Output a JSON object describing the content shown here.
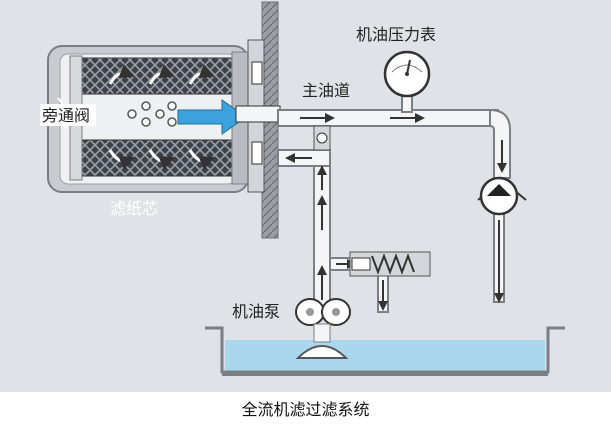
{
  "labels": {
    "pressure_gauge": "机油压力表",
    "main_oil_gallery": "主油道",
    "bypass_valve": "旁通阀",
    "filter_element": "滤纸芯",
    "oil_pump": "机油泵"
  },
  "caption": "全流机滤过滤系统",
  "colors": {
    "background": "#dfe2e7",
    "filter_housing": "#c8ccd1",
    "filter_mesh": "#4a4f56",
    "pipe": "#f4f5f6",
    "pipe_outline": "#7a7f86",
    "oil": "#a9d8ec",
    "flow_arrow": "#3aa3dd",
    "wall": "#8c9096"
  }
}
